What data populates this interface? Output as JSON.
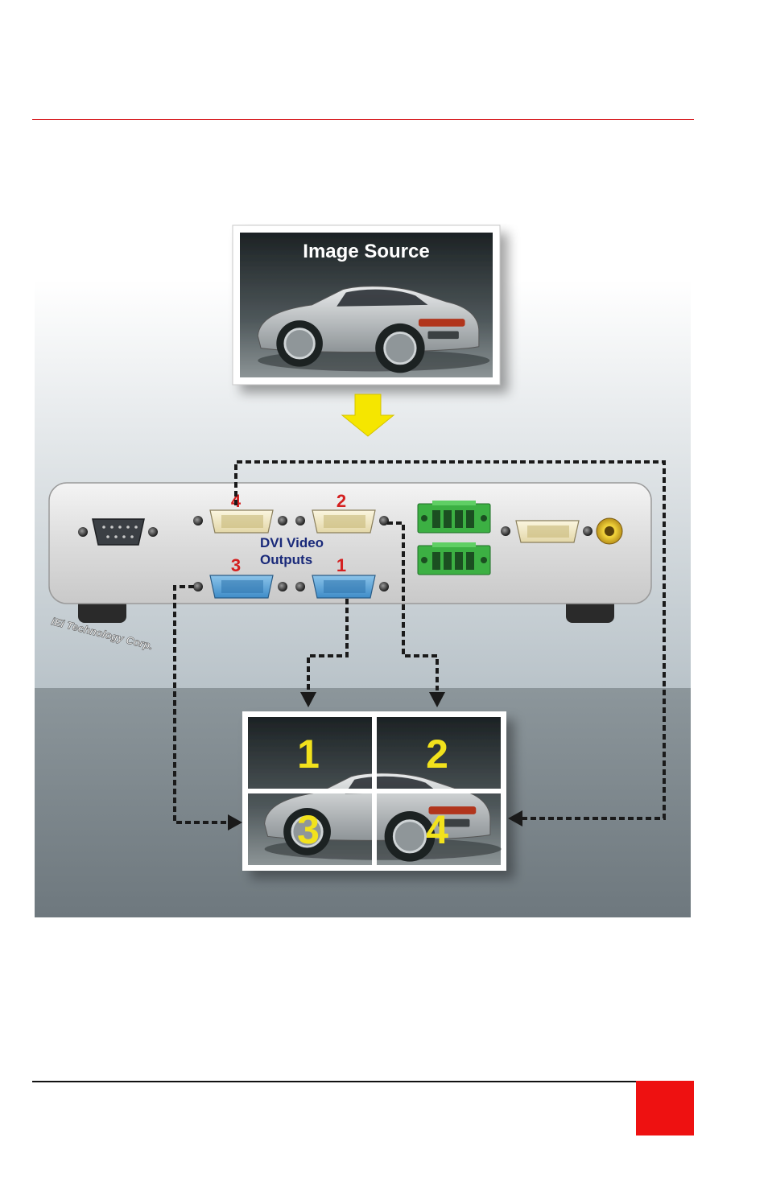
{
  "figure": {
    "source_label": "Image Source",
    "outputs_label_line1": "DVI Video",
    "outputs_label_line2": "Outputs",
    "port_numbers": [
      "4",
      "2",
      "3",
      "1"
    ],
    "brand_logo_text": "iEi Technology Corp.",
    "tile_numbers": [
      "1",
      "2",
      "3",
      "4"
    ]
  },
  "colors": {
    "top_rule": "#d9262a",
    "page_tab": "#ee1111",
    "arrow_yellow": "#f5e600",
    "port_number_red": "#d42020",
    "outputs_label_navy": "#1a2a7a",
    "tile_number_yellow": "#f2e21c",
    "terminal_green": "#3cb043"
  }
}
